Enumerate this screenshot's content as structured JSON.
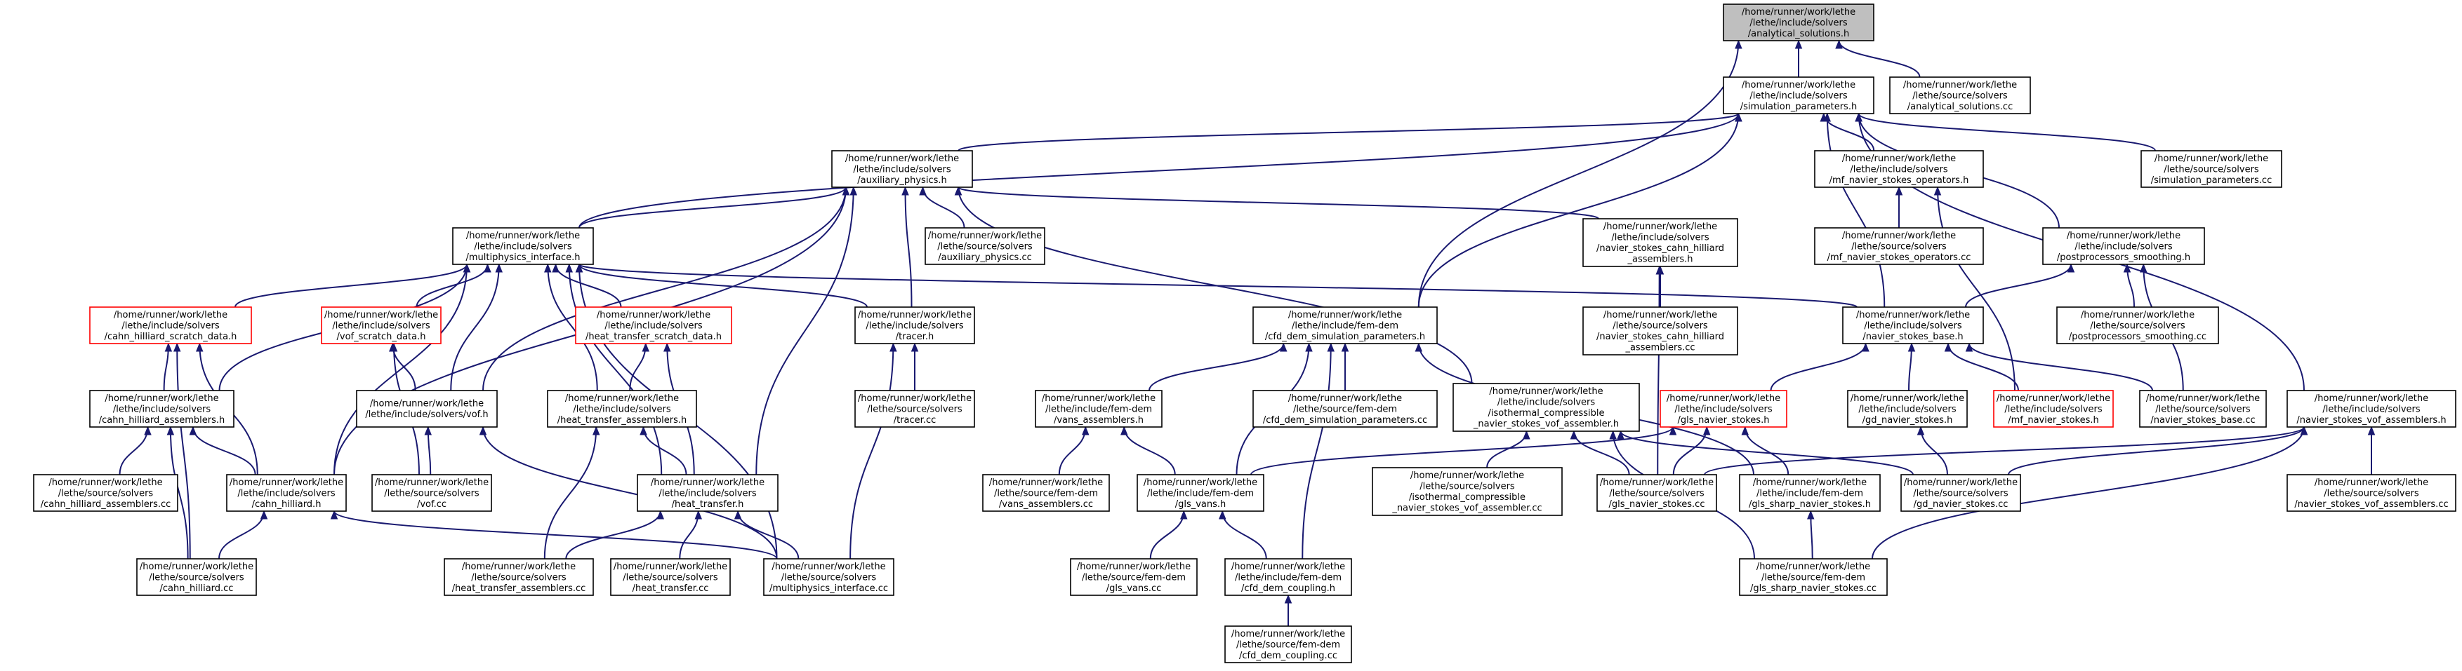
{
  "diagram": {
    "nodes": [
      {
        "id": "analytical_solutions_h",
        "lines": [
          "/home/runner/work/lethe",
          "/lethe/include/solvers",
          "/analytical_solutions.h"
        ],
        "style": "root"
      },
      {
        "id": "simulation_parameters_h",
        "lines": [
          "/home/runner/work/lethe",
          "/lethe/include/solvers",
          "/simulation_parameters.h"
        ],
        "style": "normal"
      },
      {
        "id": "analytical_solutions_cc",
        "lines": [
          "/home/runner/work/lethe",
          "/lethe/source/solvers",
          "/analytical_solutions.cc"
        ],
        "style": "normal"
      },
      {
        "id": "auxiliary_physics_h",
        "lines": [
          "/home/runner/work/lethe",
          "/lethe/include/solvers",
          "/auxiliary_physics.h"
        ],
        "style": "normal"
      },
      {
        "id": "mf_navier_stokes_operators_h",
        "lines": [
          "/home/runner/work/lethe",
          "/lethe/include/solvers",
          "/mf_navier_stokes_operators.h"
        ],
        "style": "normal"
      },
      {
        "id": "simulation_parameters_cc",
        "lines": [
          "/home/runner/work/lethe",
          "/lethe/source/solvers",
          "/simulation_parameters.cc"
        ],
        "style": "normal"
      },
      {
        "id": "multiphysics_interface_h",
        "lines": [
          "/home/runner/work/lethe",
          "/lethe/include/solvers",
          "/multiphysics_interface.h"
        ],
        "style": "normal"
      },
      {
        "id": "auxiliary_physics_cc",
        "lines": [
          "/home/runner/work/lethe",
          "/lethe/source/solvers",
          "/auxiliary_physics.cc"
        ],
        "style": "normal"
      },
      {
        "id": "navier_stokes_cahn_hilliard_assemblers_h",
        "lines": [
          "/home/runner/work/lethe",
          "/lethe/include/solvers",
          "/navier_stokes_cahn_hilliard",
          "_assemblers.h"
        ],
        "style": "normal"
      },
      {
        "id": "mf_navier_stokes_operators_cc",
        "lines": [
          "/home/runner/work/lethe",
          "/lethe/source/solvers",
          "/mf_navier_stokes_operators.cc"
        ],
        "style": "normal"
      },
      {
        "id": "postprocessors_smoothing_h",
        "lines": [
          "/home/runner/work/lethe",
          "/lethe/include/solvers",
          "/postprocessors_smoothing.h"
        ],
        "style": "normal"
      },
      {
        "id": "cahn_hilliard_scratch_data_h",
        "lines": [
          "/home/runner/work/lethe",
          "/lethe/include/solvers",
          "/cahn_hilliard_scratch_data.h"
        ],
        "style": "red"
      },
      {
        "id": "vof_scratch_data_h",
        "lines": [
          "/home/runner/work/lethe",
          "/lethe/include/solvers",
          "/vof_scratch_data.h"
        ],
        "style": "red"
      },
      {
        "id": "heat_transfer_scratch_data_h",
        "lines": [
          "/home/runner/work/lethe",
          "/lethe/include/solvers",
          "/heat_transfer_scratch_data.h"
        ],
        "style": "red"
      },
      {
        "id": "tracer_h",
        "lines": [
          "/home/runner/work/lethe",
          "/lethe/include/solvers",
          "/tracer.h"
        ],
        "style": "normal"
      },
      {
        "id": "cfd_dem_simulation_parameters_h",
        "lines": [
          "/home/runner/work/lethe",
          "/lethe/include/fem-dem",
          "/cfd_dem_simulation_parameters.h"
        ],
        "style": "normal"
      },
      {
        "id": "navier_stokes_cahn_hilliard_assemblers_cc",
        "lines": [
          "/home/runner/work/lethe",
          "/lethe/source/solvers",
          "/navier_stokes_cahn_hilliard",
          "_assemblers.cc"
        ],
        "style": "normal"
      },
      {
        "id": "navier_stokes_base_h",
        "lines": [
          "/home/runner/work/lethe",
          "/lethe/include/solvers",
          "/navier_stokes_base.h"
        ],
        "style": "normal"
      },
      {
        "id": "postprocessors_smoothing_cc",
        "lines": [
          "/home/runner/work/lethe",
          "/lethe/source/solvers",
          "/postprocessors_smoothing.cc"
        ],
        "style": "normal"
      },
      {
        "id": "cahn_hilliard_assemblers_h",
        "lines": [
          "/home/runner/work/lethe",
          "/lethe/include/solvers",
          "/cahn_hilliard_assemblers.h"
        ],
        "style": "normal"
      },
      {
        "id": "vof_h",
        "lines": [
          "/home/runner/work/lethe",
          "/lethe/include/solvers/vof.h"
        ],
        "style": "normal"
      },
      {
        "id": "heat_transfer_assemblers_h",
        "lines": [
          "/home/runner/work/lethe",
          "/lethe/include/solvers",
          "/heat_transfer_assemblers.h"
        ],
        "style": "normal"
      },
      {
        "id": "tracer_cc",
        "lines": [
          "/home/runner/work/lethe",
          "/lethe/source/solvers",
          "/tracer.cc"
        ],
        "style": "normal"
      },
      {
        "id": "vans_assemblers_h",
        "lines": [
          "/home/runner/work/lethe",
          "/lethe/include/fem-dem",
          "/vans_assemblers.h"
        ],
        "style": "normal"
      },
      {
        "id": "cfd_dem_simulation_parameters_cc",
        "lines": [
          "/home/runner/work/lethe",
          "/lethe/source/fem-dem",
          "/cfd_dem_simulation_parameters.cc"
        ],
        "style": "normal"
      },
      {
        "id": "isothermal_compressible_navier_stokes_vof_assembler_h",
        "lines": [
          "/home/runner/work/lethe",
          "/lethe/include/solvers",
          "/isothermal_compressible",
          "_navier_stokes_vof_assembler.h"
        ],
        "style": "normal"
      },
      {
        "id": "gls_navier_stokes_h",
        "lines": [
          "/home/runner/work/lethe",
          "/lethe/include/solvers",
          "/gls_navier_stokes.h"
        ],
        "style": "red"
      },
      {
        "id": "gd_navier_stokes_h",
        "lines": [
          "/home/runner/work/lethe",
          "/lethe/include/solvers",
          "/gd_navier_stokes.h"
        ],
        "style": "normal"
      },
      {
        "id": "mf_navier_stokes_h",
        "lines": [
          "/home/runner/work/lethe",
          "/lethe/include/solvers",
          "/mf_navier_stokes.h"
        ],
        "style": "red"
      },
      {
        "id": "navier_stokes_base_cc",
        "lines": [
          "/home/runner/work/lethe",
          "/lethe/source/solvers",
          "/navier_stokes_base.cc"
        ],
        "style": "normal"
      },
      {
        "id": "navier_stokes_vof_assemblers_h",
        "lines": [
          "/home/runner/work/lethe",
          "/lethe/include/solvers",
          "/navier_stokes_vof_assemblers.h"
        ],
        "style": "normal"
      },
      {
        "id": "cahn_hilliard_assemblers_cc",
        "lines": [
          "/home/runner/work/lethe",
          "/lethe/source/solvers",
          "/cahn_hilliard_assemblers.cc"
        ],
        "style": "normal"
      },
      {
        "id": "cahn_hilliard_h",
        "lines": [
          "/home/runner/work/lethe",
          "/lethe/include/solvers",
          "/cahn_hilliard.h"
        ],
        "style": "normal"
      },
      {
        "id": "vof_cc",
        "lines": [
          "/home/runner/work/lethe",
          "/lethe/source/solvers",
          "/vof.cc"
        ],
        "style": "normal"
      },
      {
        "id": "heat_transfer_h",
        "lines": [
          "/home/runner/work/lethe",
          "/lethe/include/solvers",
          "/heat_transfer.h"
        ],
        "style": "normal"
      },
      {
        "id": "vans_assemblers_cc",
        "lines": [
          "/home/runner/work/lethe",
          "/lethe/source/fem-dem",
          "/vans_assemblers.cc"
        ],
        "style": "normal"
      },
      {
        "id": "gls_vans_h",
        "lines": [
          "/home/runner/work/lethe",
          "/lethe/include/fem-dem",
          "/gls_vans.h"
        ],
        "style": "normal"
      },
      {
        "id": "isothermal_compressible_navier_stokes_vof_assembler_cc",
        "lines": [
          "/home/runner/work/lethe",
          "/lethe/source/solvers",
          "/isothermal_compressible",
          "_navier_stokes_vof_assembler.cc"
        ],
        "style": "normal"
      },
      {
        "id": "gls_navier_stokes_cc",
        "lines": [
          "/home/runner/work/lethe",
          "/lethe/source/solvers",
          "/gls_navier_stokes.cc"
        ],
        "style": "normal"
      },
      {
        "id": "gls_sharp_navier_stokes_h",
        "lines": [
          "/home/runner/work/lethe",
          "/lethe/include/fem-dem",
          "/gls_sharp_navier_stokes.h"
        ],
        "style": "normal"
      },
      {
        "id": "gd_navier_stokes_cc",
        "lines": [
          "/home/runner/work/lethe",
          "/lethe/source/solvers",
          "/gd_navier_stokes.cc"
        ],
        "style": "normal"
      },
      {
        "id": "navier_stokes_vof_assemblers_cc",
        "lines": [
          "/home/runner/work/lethe",
          "/lethe/source/solvers",
          "/navier_stokes_vof_assemblers.cc"
        ],
        "style": "normal"
      },
      {
        "id": "cahn_hilliard_cc",
        "lines": [
          "/home/runner/work/lethe",
          "/lethe/source/solvers",
          "/cahn_hilliard.cc"
        ],
        "style": "normal"
      },
      {
        "id": "heat_transfer_assemblers_cc",
        "lines": [
          "/home/runner/work/lethe",
          "/lethe/source/solvers",
          "/heat_transfer_assemblers.cc"
        ],
        "style": "normal"
      },
      {
        "id": "heat_transfer_cc",
        "lines": [
          "/home/runner/work/lethe",
          "/lethe/source/solvers",
          "/heat_transfer.cc"
        ],
        "style": "normal"
      },
      {
        "id": "multiphysics_interface_cc",
        "lines": [
          "/home/runner/work/lethe",
          "/lethe/source/solvers",
          "/multiphysics_interface.cc"
        ],
        "style": "normal"
      },
      {
        "id": "gls_vans_cc",
        "lines": [
          "/home/runner/work/lethe",
          "/lethe/source/fem-dem",
          "/gls_vans.cc"
        ],
        "style": "normal"
      },
      {
        "id": "cfd_dem_coupling_h",
        "lines": [
          "/home/runner/work/lethe",
          "/lethe/include/fem-dem",
          "/cfd_dem_coupling.h"
        ],
        "style": "normal"
      },
      {
        "id": "gls_sharp_navier_stokes_cc",
        "lines": [
          "/home/runner/work/lethe",
          "/lethe/source/fem-dem",
          "/gls_sharp_navier_stokes.cc"
        ],
        "style": "normal"
      },
      {
        "id": "cfd_dem_coupling_cc",
        "lines": [
          "/home/runner/work/lethe",
          "/lethe/source/fem-dem",
          "/cfd_dem_coupling.cc"
        ],
        "style": "normal"
      }
    ],
    "edges": [
      [
        "simulation_parameters_h",
        "analytical_solutions_h"
      ],
      [
        "analytical_solutions_cc",
        "analytical_solutions_h"
      ],
      [
        "cfd_dem_simulation_parameters_h",
        "analytical_solutions_h"
      ],
      [
        "auxiliary_physics_h",
        "simulation_parameters_h"
      ],
      [
        "mf_navier_stokes_operators_h",
        "simulation_parameters_h"
      ],
      [
        "simulation_parameters_cc",
        "simulation_parameters_h"
      ],
      [
        "multiphysics_interface_h",
        "simulation_parameters_h"
      ],
      [
        "postprocessors_smoothing_h",
        "simulation_parameters_h"
      ],
      [
        "navier_stokes_base_h",
        "simulation_parameters_h"
      ],
      [
        "navier_stokes_vof_assemblers_h",
        "simulation_parameters_h"
      ],
      [
        "cfd_dem_simulation_parameters_h",
        "simulation_parameters_h"
      ],
      [
        "multiphysics_interface_h",
        "auxiliary_physics_h"
      ],
      [
        "auxiliary_physics_cc",
        "auxiliary_physics_h"
      ],
      [
        "navier_stokes_cahn_hilliard_assemblers_h",
        "auxiliary_physics_h"
      ],
      [
        "tracer_h",
        "auxiliary_physics_h"
      ],
      [
        "vof_h",
        "auxiliary_physics_h"
      ],
      [
        "cahn_hilliard_h",
        "auxiliary_physics_h"
      ],
      [
        "heat_transfer_h",
        "auxiliary_physics_h"
      ],
      [
        "isothermal_compressible_navier_stokes_vof_assembler_h",
        "auxiliary_physics_h"
      ],
      [
        "mf_navier_stokes_operators_cc",
        "mf_navier_stokes_operators_h"
      ],
      [
        "mf_navier_stokes_h",
        "mf_navier_stokes_operators_h"
      ],
      [
        "navier_stokes_base_h",
        "postprocessors_smoothing_h"
      ],
      [
        "postprocessors_smoothing_cc",
        "postprocessors_smoothing_h"
      ],
      [
        "navier_stokes_base_cc",
        "postprocessors_smoothing_h"
      ],
      [
        "cahn_hilliard_scratch_data_h",
        "multiphysics_interface_h"
      ],
      [
        "vof_scratch_data_h",
        "multiphysics_interface_h"
      ],
      [
        "heat_transfer_scratch_data_h",
        "multiphysics_interface_h"
      ],
      [
        "tracer_h",
        "multiphysics_interface_h"
      ],
      [
        "cahn_hilliard_assemblers_h",
        "multiphysics_interface_h"
      ],
      [
        "vof_h",
        "multiphysics_interface_h"
      ],
      [
        "heat_transfer_assemblers_h",
        "multiphysics_interface_h"
      ],
      [
        "cahn_hilliard_h",
        "multiphysics_interface_h"
      ],
      [
        "heat_transfer_h",
        "multiphysics_interface_h"
      ],
      [
        "multiphysics_interface_cc",
        "multiphysics_interface_h"
      ],
      [
        "navier_stokes_base_h",
        "multiphysics_interface_h"
      ],
      [
        "navier_stokes_cahn_hilliard_assemblers_cc",
        "navier_stokes_cahn_hilliard_assemblers_h"
      ],
      [
        "gls_navier_stokes_cc",
        "navier_stokes_cahn_hilliard_assemblers_h"
      ],
      [
        "cahn_hilliard_assemblers_h",
        "cahn_hilliard_scratch_data_h"
      ],
      [
        "cahn_hilliard_h",
        "cahn_hilliard_scratch_data_h"
      ],
      [
        "cahn_hilliard_cc",
        "cahn_hilliard_scratch_data_h"
      ],
      [
        "vof_h",
        "vof_scratch_data_h"
      ],
      [
        "vof_cc",
        "vof_scratch_data_h"
      ],
      [
        "heat_transfer_assemblers_h",
        "heat_transfer_scratch_data_h"
      ],
      [
        "heat_transfer_h",
        "heat_transfer_scratch_data_h"
      ],
      [
        "tracer_cc",
        "tracer_h"
      ],
      [
        "multiphysics_interface_cc",
        "tracer_h"
      ],
      [
        "vans_assemblers_h",
        "cfd_dem_simulation_parameters_h"
      ],
      [
        "cfd_dem_simulation_parameters_cc",
        "cfd_dem_simulation_parameters_h"
      ],
      [
        "gls_vans_h",
        "cfd_dem_simulation_parameters_h"
      ],
      [
        "cfd_dem_coupling_h",
        "cfd_dem_simulation_parameters_h"
      ],
      [
        "gls_sharp_navier_stokes_h",
        "cfd_dem_simulation_parameters_h"
      ],
      [
        "gls_navier_stokes_h",
        "navier_stokes_base_h"
      ],
      [
        "gd_navier_stokes_h",
        "navier_stokes_base_h"
      ],
      [
        "mf_navier_stokes_h",
        "navier_stokes_base_h"
      ],
      [
        "navier_stokes_base_cc",
        "navier_stokes_base_h"
      ],
      [
        "cahn_hilliard_assemblers_cc",
        "cahn_hilliard_assemblers_h"
      ],
      [
        "cahn_hilliard_h",
        "cahn_hilliard_assemblers_h"
      ],
      [
        "cahn_hilliard_cc",
        "cahn_hilliard_assemblers_h"
      ],
      [
        "vof_cc",
        "vof_h"
      ],
      [
        "multiphysics_interface_cc",
        "vof_h"
      ],
      [
        "heat_transfer_h",
        "heat_transfer_assemblers_h"
      ],
      [
        "heat_transfer_assemblers_cc",
        "heat_transfer_assemblers_h"
      ],
      [
        "vans_assemblers_cc",
        "vans_assemblers_h"
      ],
      [
        "gls_vans_h",
        "vans_assemblers_h"
      ],
      [
        "isothermal_compressible_navier_stokes_vof_assembler_cc",
        "isothermal_compressible_navier_stokes_vof_assembler_h"
      ],
      [
        "gls_navier_stokes_cc",
        "isothermal_compressible_navier_stokes_vof_assembler_h"
      ],
      [
        "gd_navier_stokes_cc",
        "isothermal_compressible_navier_stokes_vof_assembler_h"
      ],
      [
        "gls_sharp_navier_stokes_cc",
        "isothermal_compressible_navier_stokes_vof_assembler_h"
      ],
      [
        "gls_vans_h",
        "gls_navier_stokes_h"
      ],
      [
        "gls_navier_stokes_cc",
        "gls_navier_stokes_h"
      ],
      [
        "gls_sharp_navier_stokes_h",
        "gls_navier_stokes_h"
      ],
      [
        "gd_navier_stokes_cc",
        "gd_navier_stokes_h"
      ],
      [
        "gls_navier_stokes_cc",
        "navier_stokes_vof_assemblers_h"
      ],
      [
        "gd_navier_stokes_cc",
        "navier_stokes_vof_assemblers_h"
      ],
      [
        "navier_stokes_vof_assemblers_cc",
        "navier_stokes_vof_assemblers_h"
      ],
      [
        "gls_sharp_navier_stokes_cc",
        "navier_stokes_vof_assemblers_h"
      ],
      [
        "cahn_hilliard_cc",
        "cahn_hilliard_h"
      ],
      [
        "multiphysics_interface_cc",
        "cahn_hilliard_h"
      ],
      [
        "heat_transfer_assemblers_cc",
        "heat_transfer_h"
      ],
      [
        "heat_transfer_cc",
        "heat_transfer_h"
      ],
      [
        "multiphysics_interface_cc",
        "heat_transfer_h"
      ],
      [
        "gls_vans_cc",
        "gls_vans_h"
      ],
      [
        "cfd_dem_coupling_h",
        "gls_vans_h"
      ],
      [
        "gls_sharp_navier_stokes_cc",
        "gls_sharp_navier_stokes_h"
      ],
      [
        "cfd_dem_coupling_cc",
        "cfd_dem_coupling_h"
      ]
    ]
  }
}
